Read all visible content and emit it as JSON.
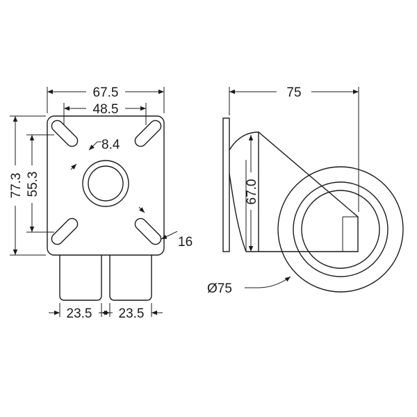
{
  "dimensions": {
    "plate_width": "67.5",
    "hole_spacing_x": "48.5",
    "plate_height": "77.3",
    "hole_spacing_y": "55.3",
    "slot_width": "8.4",
    "slot_length": "16",
    "wheel_width_left": "23.5",
    "wheel_width_right": "23.5",
    "overall_offset": "75",
    "height": "67.0",
    "wheel_diameter": "Ø75"
  },
  "colors": {
    "line": "#1a1a1a",
    "background": "#ffffff"
  }
}
